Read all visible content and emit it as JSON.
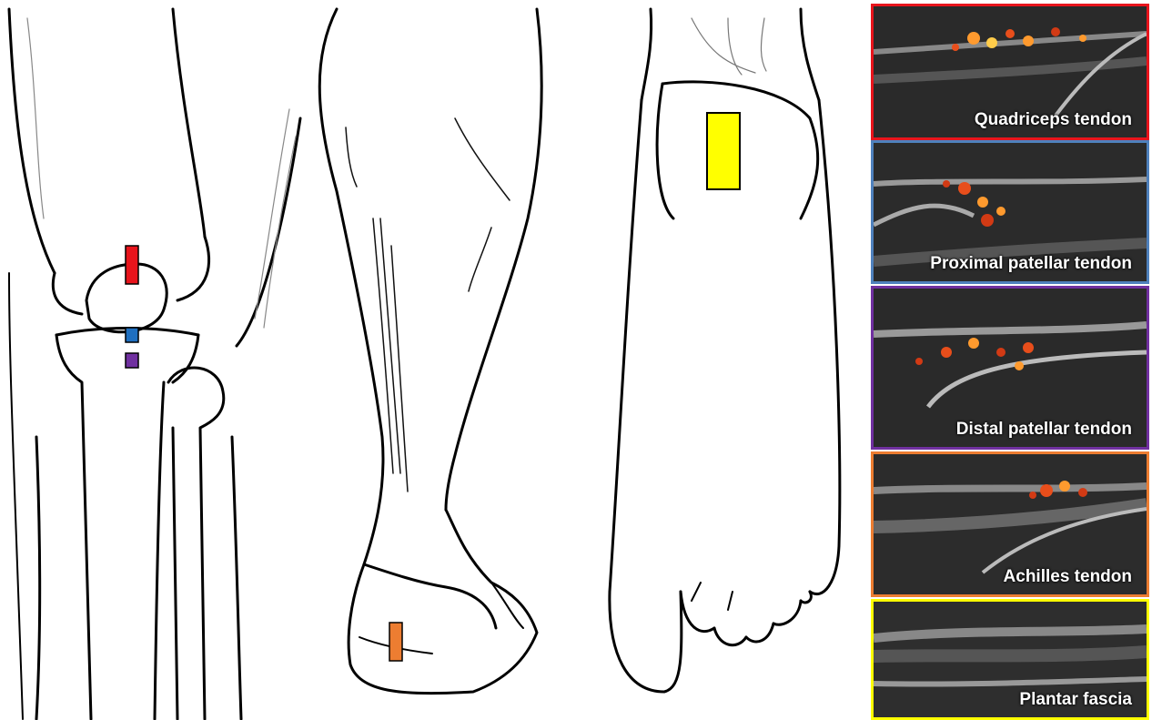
{
  "markers": {
    "quadriceps_color": "#e8141c",
    "proximal_patellar_color": "#1f6fc0",
    "distal_patellar_color": "#7030a0",
    "achilles_color": "#ed7d31",
    "plantar_color": "#ffff00"
  },
  "panels": [
    {
      "label": "Quadriceps tendon",
      "border": "#e8141c"
    },
    {
      "label": "Proximal patellar tendon",
      "border": "#4f81bd"
    },
    {
      "label": "Distal patellar tendon",
      "border": "#7030a0"
    },
    {
      "label": "Achilles tendon",
      "border": "#ed7d31"
    },
    {
      "label": "Plantar fascia",
      "border": "#ffff00"
    }
  ]
}
